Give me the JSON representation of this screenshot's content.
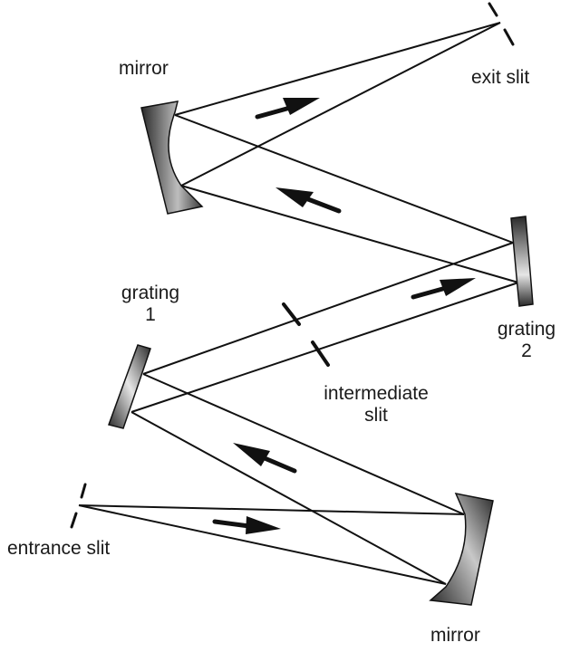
{
  "title": "Double monochromator optical path",
  "labels": {
    "mirror_top": "mirror",
    "exit_slit": "exit slit",
    "grating_1_name": "grating",
    "grating_1_num": "1",
    "grating_2_name": "grating",
    "grating_2_num": "2",
    "intermediate_slit_line1": "intermediate",
    "intermediate_slit_line2": "slit",
    "entrance_slit": "entrance slit",
    "mirror_bottom": "mirror"
  },
  "colors": {
    "line": "#111111",
    "optic_dark": "#2a2a2a",
    "optic_light": "#d8d8d8"
  }
}
